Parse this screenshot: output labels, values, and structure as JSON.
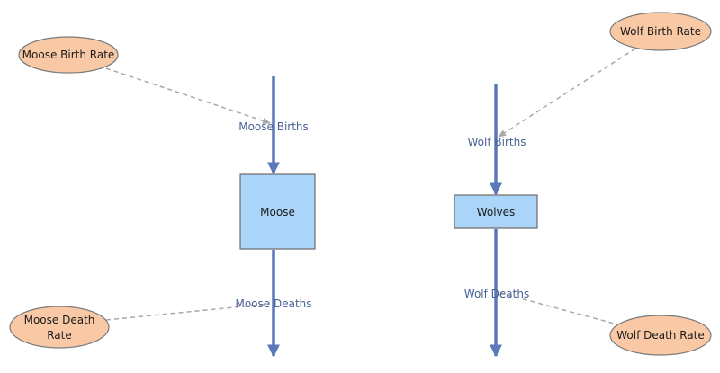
{
  "diagram": {
    "stocks": {
      "moose": "Moose",
      "wolves": "Wolves"
    },
    "flows": {
      "moose_births": "Moose Births",
      "moose_deaths": "Moose Deaths",
      "wolf_births": "Wolf Births",
      "wolf_deaths": "Wolf Deaths"
    },
    "variables": {
      "moose_birth_rate": "Moose Birth Rate",
      "moose_death_rate_line1": "Moose Death",
      "moose_death_rate_line2": "Rate",
      "wolf_birth_rate": "Wolf Birth Rate",
      "wolf_death_rate": "Wolf Death Rate"
    },
    "colors": {
      "stock_fill": "#aad4f8",
      "stock_stroke": "#6b6b6b",
      "variable_fill": "#f9c9a5",
      "variable_stroke": "#7a7a7a",
      "flow": "#5b78b8",
      "connector": "#a8a8a8"
    }
  }
}
